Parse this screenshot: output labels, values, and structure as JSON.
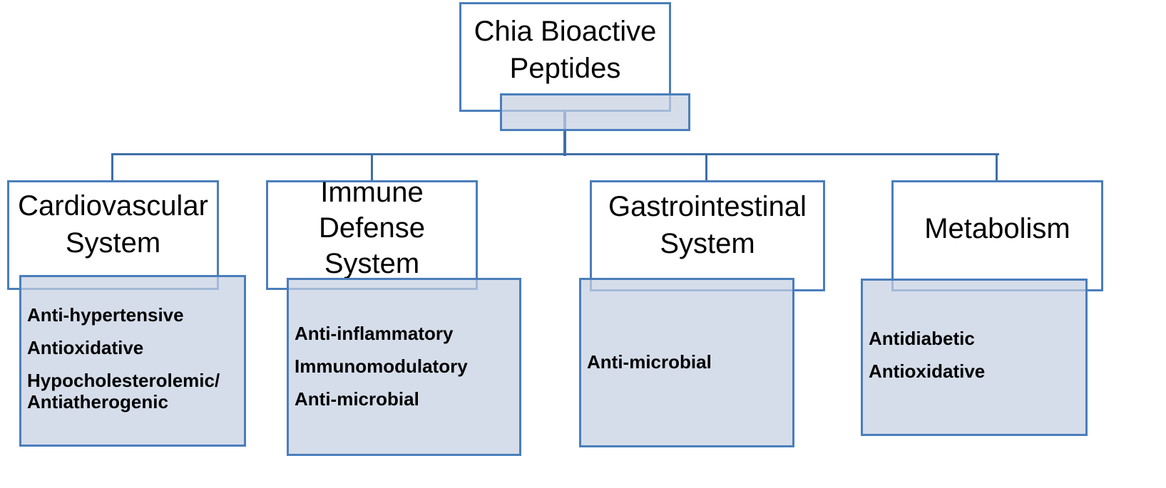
{
  "root": {
    "label": "Chia Bioactive\nPeptides"
  },
  "categories": [
    {
      "label": "Cardiovascular\nSystem",
      "effects": [
        "Anti-hypertensive",
        "Antioxidative",
        "Hypocholesterolemic/\nAntiatherogenic"
      ]
    },
    {
      "label": "Immune\nDefense\nSystem",
      "effects": [
        "Anti-inflammatory",
        "Immunomodulatory",
        "Anti-microbial"
      ]
    },
    {
      "label": "Gastrointestinal\nSystem",
      "effects": [
        "Anti-microbial"
      ]
    },
    {
      "label": "Metabolism",
      "effects": [
        "Antidiabetic",
        "Antioxidative"
      ]
    }
  ],
  "colors": {
    "border": "#4a7ebb",
    "connector": "#3f6fa5",
    "effect_fill": "#d5dce9"
  }
}
